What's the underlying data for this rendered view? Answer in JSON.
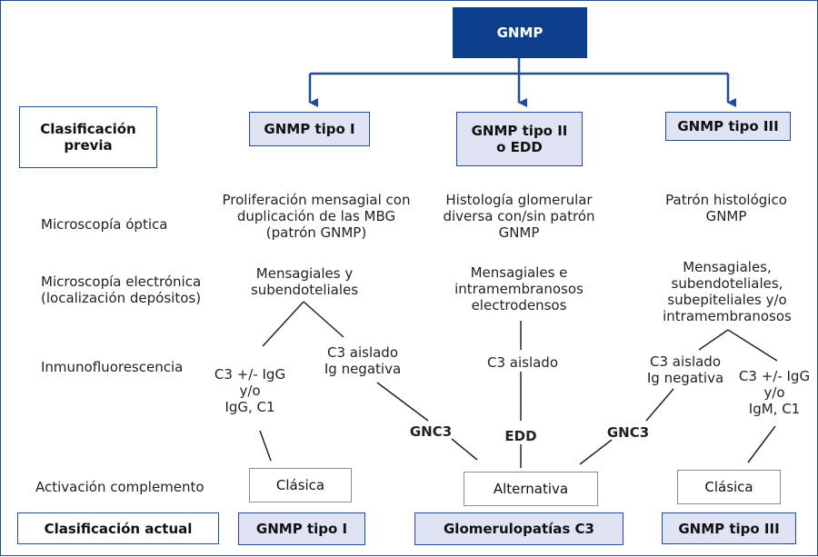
{
  "root": "GNMP",
  "previous_label": "Clasificación\nprevia",
  "current_label": "Clasificación actual",
  "types": [
    {
      "label": "GNMP tipo I"
    },
    {
      "label": "GNMP tipo II\no EDD"
    },
    {
      "label": "GNMP tipo III"
    }
  ],
  "rows": {
    "optical": "Microscopía óptica",
    "electron": "Microscopía electrónica\n(localización depósitos)",
    "immuno": "Inmunofluorescencia",
    "complement": "Activación complemento"
  },
  "col1": {
    "optical": "Proliferación mensagial con\nduplicación de las MBG\n(patrón GNMP)",
    "electron": "Mensagiales y\nsubendoteliales",
    "immuno_left": "C3 +/- IgG\ny/o\nIgG, C1",
    "immuno_right": "C3 aislado\nIg negativa"
  },
  "col2": {
    "optical": "Histología glomerular\ndiversa con/sin patrón\nGNMP",
    "electron": "Mensagiales e\nintramembranosos\nelectrodensos",
    "immuno": "C3 aislado"
  },
  "col3": {
    "optical": "Patrón histológico\nGNMP",
    "electron": "Mensagiales,\nsubendoteliales,\nsubepiteliales y/o\nintramembranosos",
    "immuno_left": "C3 aislado\nIg negativa",
    "immuno_right": "C3 +/- IgG\ny/o\nIgM, C1"
  },
  "connector_labels": {
    "gnc3_left": "GNC3",
    "edd": "EDD",
    "gnc3_right": "GNC3"
  },
  "complement": {
    "classic_left": "Clásica",
    "alternative": "Alternativa",
    "classic_right": "Clásica"
  },
  "current": {
    "type1": "GNMP tipo I",
    "c3": "Glomerulopatías C3",
    "type3": "GNMP tipo III"
  },
  "colors": {
    "blue": "#0b3f8c",
    "line": "#1f4e96",
    "lavender": "#dfe3f4",
    "connector": "#222222"
  }
}
